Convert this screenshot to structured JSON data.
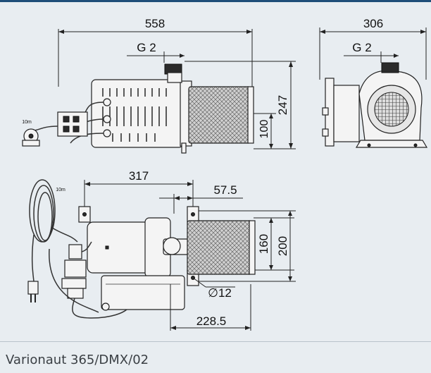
{
  "caption": "Varionaut 365/DMX/02",
  "side_view": {
    "width_label": "558",
    "port_label": "G 2",
    "height_label": "247",
    "axis_label": "100",
    "cable_label": "10m"
  },
  "front_view": {
    "width_label": "306",
    "port_label": "G 2"
  },
  "top_view": {
    "length_label": "317",
    "offset_label": "57.5",
    "inner_height_label": "160",
    "outer_height_label": "200",
    "hole_label": "∅12",
    "base_label": "228.5",
    "cable_label": "10m"
  },
  "colors": {
    "header_rule": "#1f4e79",
    "background": "#e8edf1"
  }
}
